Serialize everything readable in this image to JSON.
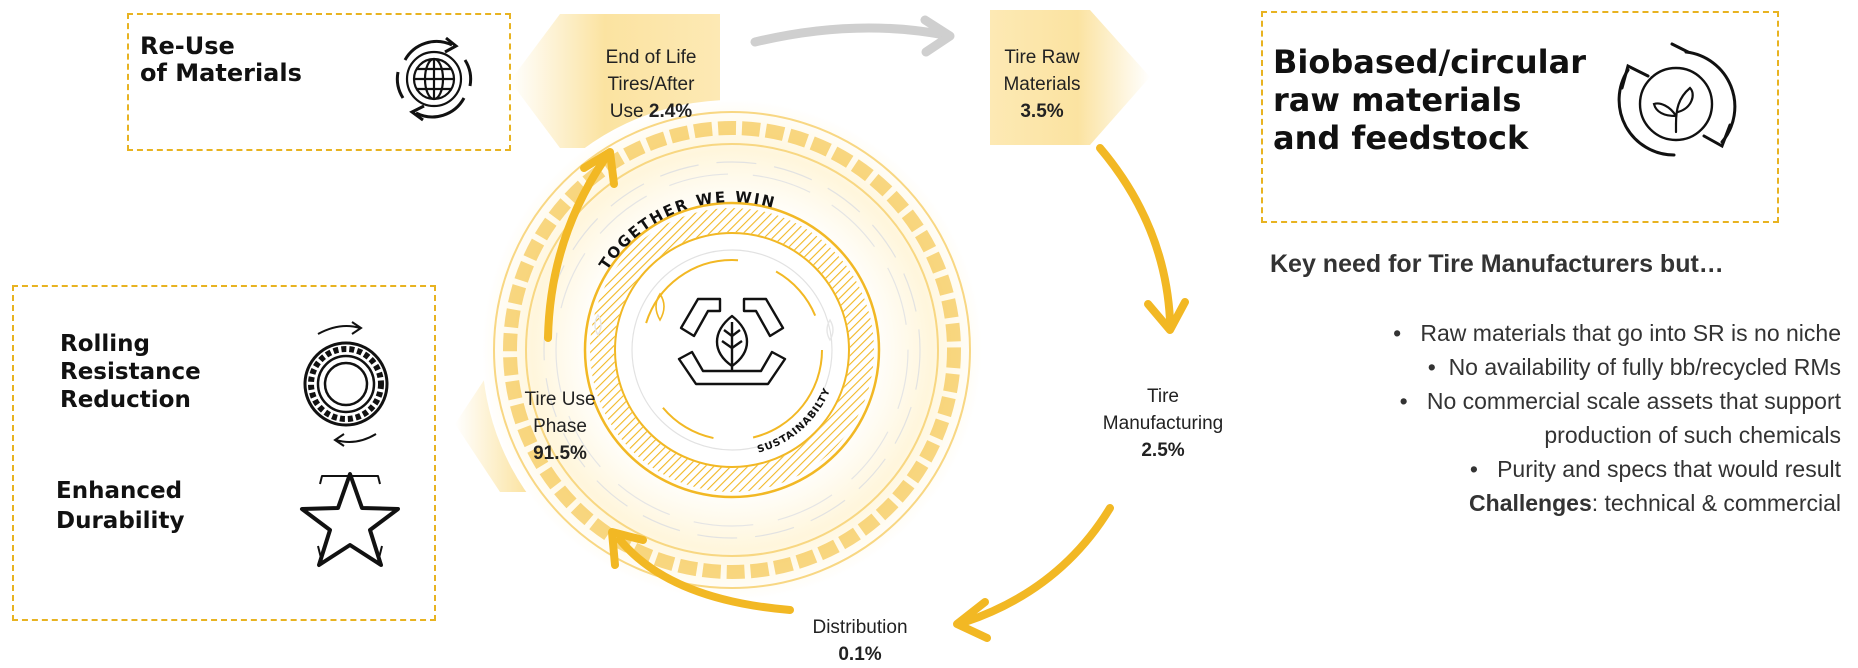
{
  "center": {
    "ring_text": "TOGETHER WE WIN",
    "inner_text": "SUSTAINABILTY"
  },
  "stages": {
    "end_of_life": {
      "line1": "End of Life",
      "line2": "Tires/After",
      "line3": "Use",
      "value": "2.4%"
    },
    "raw_materials": {
      "line1": "Tire Raw",
      "line2": "Materials",
      "value": "3.5%"
    },
    "manufacturing": {
      "line1": "Tire",
      "line2": "Manufacturing",
      "value": "2.5%"
    },
    "distribution": {
      "line1": "Distribution",
      "value": "0.1%"
    },
    "use_phase": {
      "line1": "Tire Use",
      "line2": "Phase",
      "value": "91.5%"
    }
  },
  "boxes": {
    "reuse": {
      "line1": "Re-Use",
      "line2": "of Materials",
      "icon": "globe-recycle-icon"
    },
    "biobased": {
      "line1": "Biobased/circular",
      "line2": "raw materials",
      "line3": "and feedstock",
      "icon": "leaf-recycle-icon"
    },
    "rolling": {
      "line1": "Rolling",
      "line2": "Resistance",
      "line3": "Reduction",
      "icon": "rotating-tire-icon"
    },
    "durability": {
      "line1": "Enhanced",
      "line2": "Durability",
      "icon": "star-icon"
    }
  },
  "key_need": {
    "heading": "Key need for Tire Manufacturers but…",
    "bullets": [
      "Raw materials that go into SR is no niche",
      "No availability of fully bb/recycled RMs",
      "No commercial scale assets that support",
      "production of such chemicals",
      "Purity and specs that would result"
    ],
    "challenges_label": "Challenges",
    "challenges_text": ": technical & commercial"
  },
  "colors": {
    "accent": "#f2b824",
    "accent_light": "#fde9b4",
    "dash": "#e8b321",
    "arrow_gray": "#cfcfcf",
    "text_gray": "#333333"
  }
}
